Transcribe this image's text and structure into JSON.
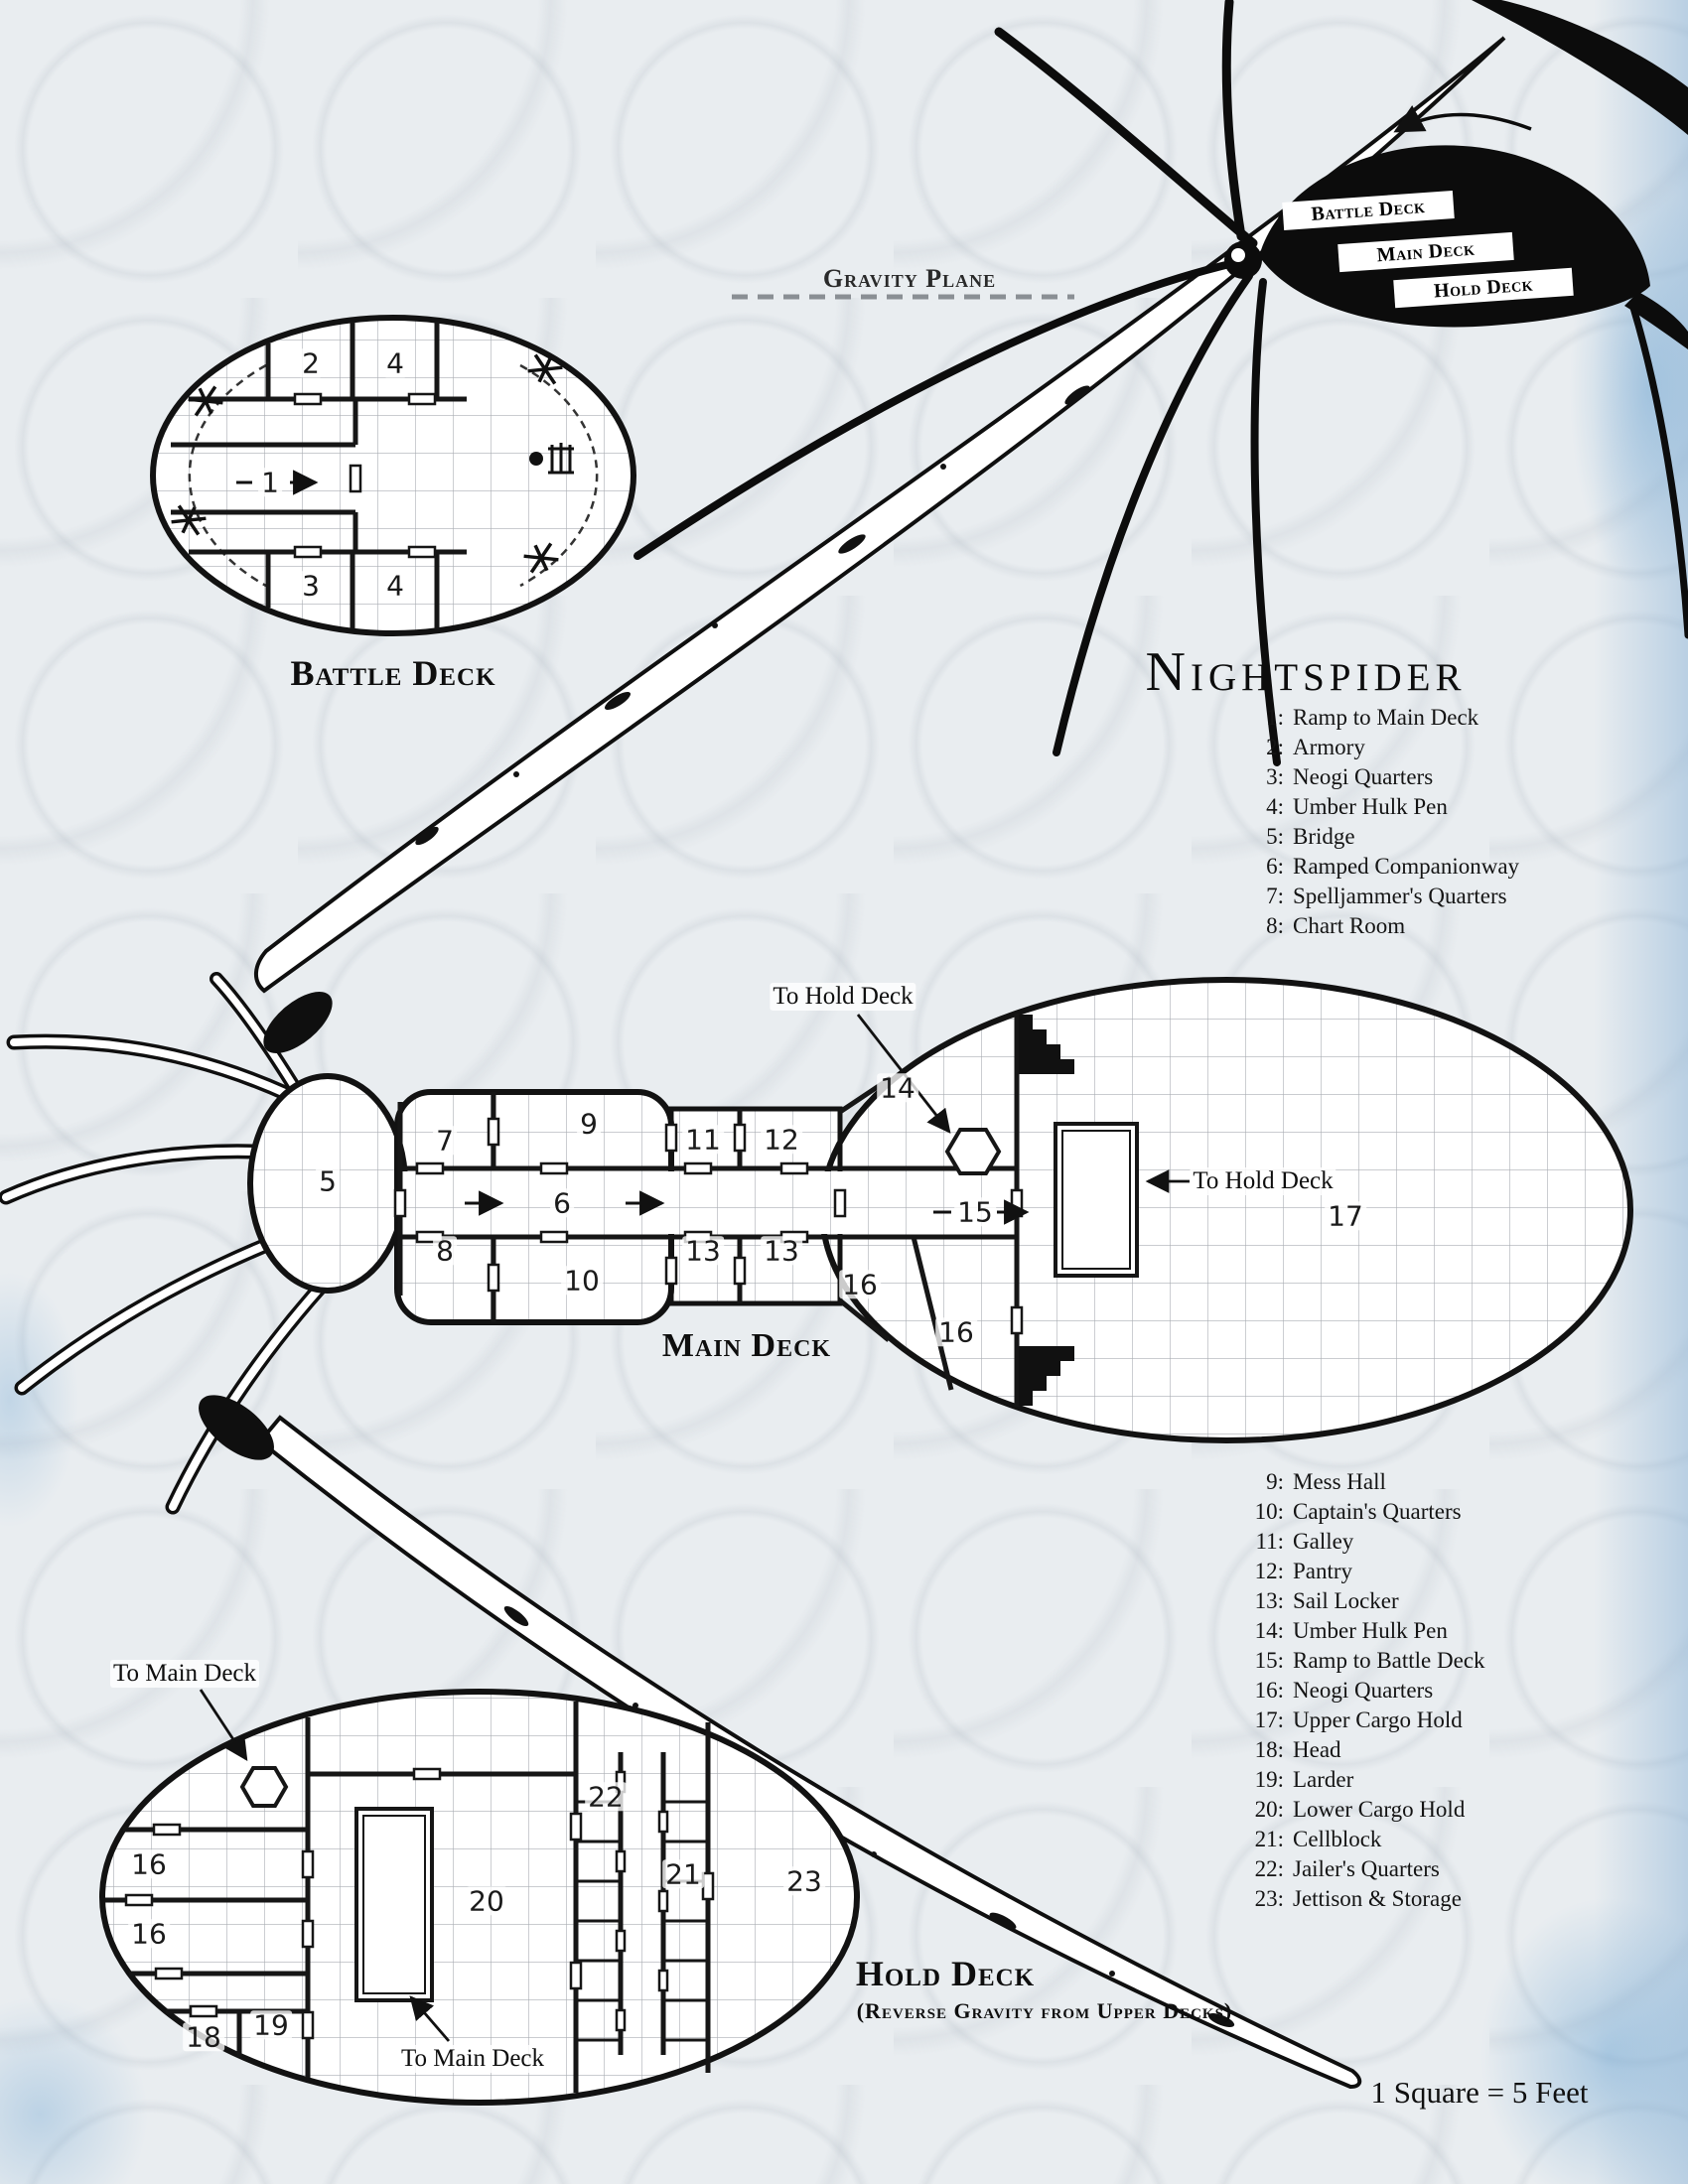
{
  "title": "Nightspider",
  "scale_note": "1 Square = 5 Feet",
  "side_view": {
    "gravity_plane_label": "Gravity Plane",
    "deck_labels": [
      "Battle Deck",
      "Main Deck",
      "Hold Deck"
    ]
  },
  "battle_deck": {
    "caption": "Battle Deck",
    "rooms": [
      "2",
      "4",
      "1",
      "3",
      "4"
    ]
  },
  "main_deck": {
    "caption": "Main Deck",
    "to_hold_deck_label": "To Hold Deck",
    "rooms": [
      "5",
      "7",
      "8",
      "9",
      "6",
      "10",
      "11",
      "12",
      "13",
      "13",
      "14",
      "15",
      "16",
      "16",
      "17"
    ]
  },
  "hold_deck": {
    "caption": "Hold Deck",
    "caption_note": "(Reverse Gravity from Upper Decks)",
    "to_main_deck_label": "To Main Deck",
    "rooms": [
      "16",
      "16",
      "18",
      "19",
      "20",
      "21",
      "22",
      "23"
    ]
  },
  "legend_upper": [
    {
      "num": "1:",
      "name": "Ramp to Main Deck"
    },
    {
      "num": "2:",
      "name": "Armory"
    },
    {
      "num": "3:",
      "name": "Neogi Quarters"
    },
    {
      "num": "4:",
      "name": "Umber Hulk Pen"
    },
    {
      "num": "5:",
      "name": "Bridge"
    },
    {
      "num": "6:",
      "name": "Ramped Companionway"
    },
    {
      "num": "7:",
      "name": "Spelljammer's Quarters"
    },
    {
      "num": "8:",
      "name": "Chart Room"
    }
  ],
  "legend_lower": [
    {
      "num": "9:",
      "name": "Mess Hall"
    },
    {
      "num": "10:",
      "name": "Captain's Quarters"
    },
    {
      "num": "11:",
      "name": "Galley"
    },
    {
      "num": "12:",
      "name": "Pantry"
    },
    {
      "num": "13:",
      "name": "Sail Locker"
    },
    {
      "num": "14:",
      "name": "Umber Hulk Pen"
    },
    {
      "num": "15:",
      "name": "Ramp to Battle Deck"
    },
    {
      "num": "16:",
      "name": "Neogi Quarters"
    },
    {
      "num": "17:",
      "name": "Upper Cargo Hold"
    },
    {
      "num": "18:",
      "name": "Head"
    },
    {
      "num": "19:",
      "name": "Larder"
    },
    {
      "num": "20:",
      "name": "Lower Cargo Hold"
    },
    {
      "num": "21:",
      "name": "Cellblock"
    },
    {
      "num": "22:",
      "name": "Jailer's Quarters"
    },
    {
      "num": "23:",
      "name": "Jettison & Storage"
    }
  ]
}
